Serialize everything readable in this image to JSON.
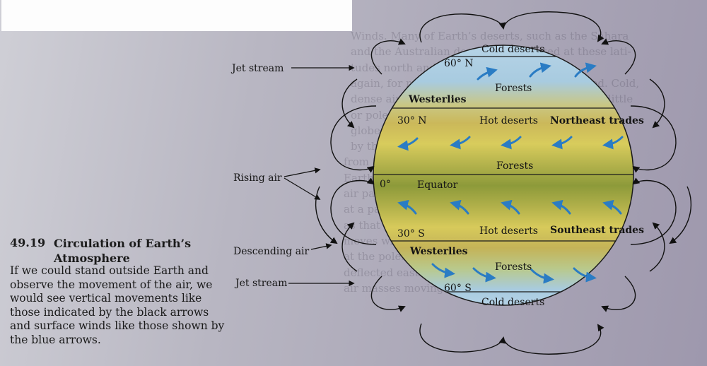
{
  "figure": {
    "number": "49.19",
    "title": "Circulation of Earth’s Atmosphere",
    "caption": "If we could stand outside Earth and observe the movement of the air, we would see vertical movements like those indicated by the black arrows and surface winds like those shown by the blue arrows."
  },
  "callouts": {
    "jet_stream_top": "Jet stream",
    "rising_air": "Rising air",
    "descending_air": "Descending air",
    "jet_stream_bottom": "Jet stream"
  },
  "zones": {
    "cold_deserts_n": "Cold deserts",
    "lat_60n": "60° N",
    "forests_n": "Forests",
    "westerlies_n": "Westerlies",
    "lat_30n": "30° N",
    "hot_deserts_n": "Hot deserts",
    "northeast_trades": "Northeast trades",
    "forests_eq": "Forests",
    "lat_0": "0°",
    "equator": "Equator",
    "lat_30s": "30° S",
    "hot_deserts_s": "Hot deserts",
    "southeast_trades": "Southeast trades",
    "westerlies_s": "Westerlies",
    "forests_s": "Forests",
    "lat_60s": "60° S",
    "cold_deserts_s": "Cold deserts"
  },
  "colors": {
    "wind_arrow": "#2a7cc4",
    "polar_blue": "#a9cbe0",
    "desert_yellow": "#d9cc5e",
    "forest_green": "#8f9b3a",
    "circulation_arrow": "#111111"
  },
  "background_text": [
    "Winds. Many of Earth’s deserts, such as the Sahara",
    "and the Australian deserts, are located at these lati-",
    "tudes north and south latitudes air rises",
    "again, for reasons that are not well understood. Cold,",
    "dense air descends at the poles, where there is little",
    "or pole of Earth. The winds across around the",
    "globe known as the westerlies, which transfer heat",
    "by the atmosphere is called a  thermocline",
    "from the wind. At any particular latitude, the surface",
    "Earth rotates beneath the air masses, which move",
    "air particular latitudes, are slowed by the poles, so",
    "at a particular latitude has the same velocity",
    "as that latitude. Surface air at the equator",
    "moves with Earth’s rotation faster than",
    "at the poles. Accordingly, moving air",
    "deflected eastward as it moves toward",
    "air masses moving latitudinally are"
  ]
}
